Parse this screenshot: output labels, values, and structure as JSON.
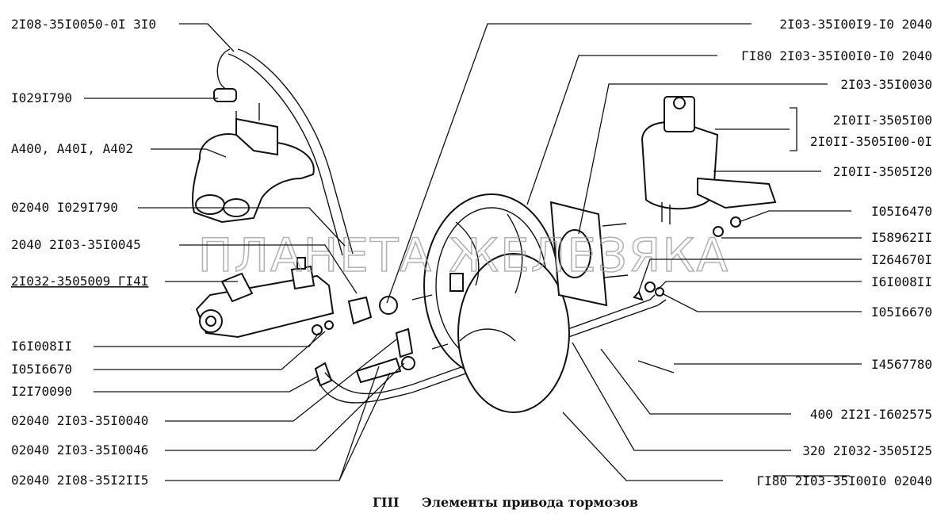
{
  "labels_left": [
    "2I08-35I0050-0I 3I0",
    "I029I790",
    "A400, A40I, A402",
    "02040 I029I790",
    "2040 2I03-35I0045",
    "2I032-3505009 ГI4I",
    "I6I008II",
    "I05I6670",
    "I2I70090",
    "02040 2I03-35I0040",
    "02040 2I03-35I0046",
    "02040 2I08-35I2II5"
  ],
  "labels_right": [
    "2I03-35I00I9-I0 2040",
    "ГI80 2I03-35I00I0-I0 2040",
    "2I03-35I0030",
    "2I0II-3505I00",
    "2I0II-3505I00-0I",
    "2I0II-3505I20",
    "I05I6470",
    "I58962II",
    "I264670I",
    "I6I008II",
    "I05I6670",
    "I4567780",
    "400 2I2I-I602575",
    "320 2I032-3505I25",
    "ГI80 2I03-35I00I0 02040"
  ],
  "caption": {
    "code": "ГIII",
    "title": "Элементы привода тормозов"
  },
  "watermark": "ПЛАНЕТА ЖЕЛЕЗЯКА"
}
